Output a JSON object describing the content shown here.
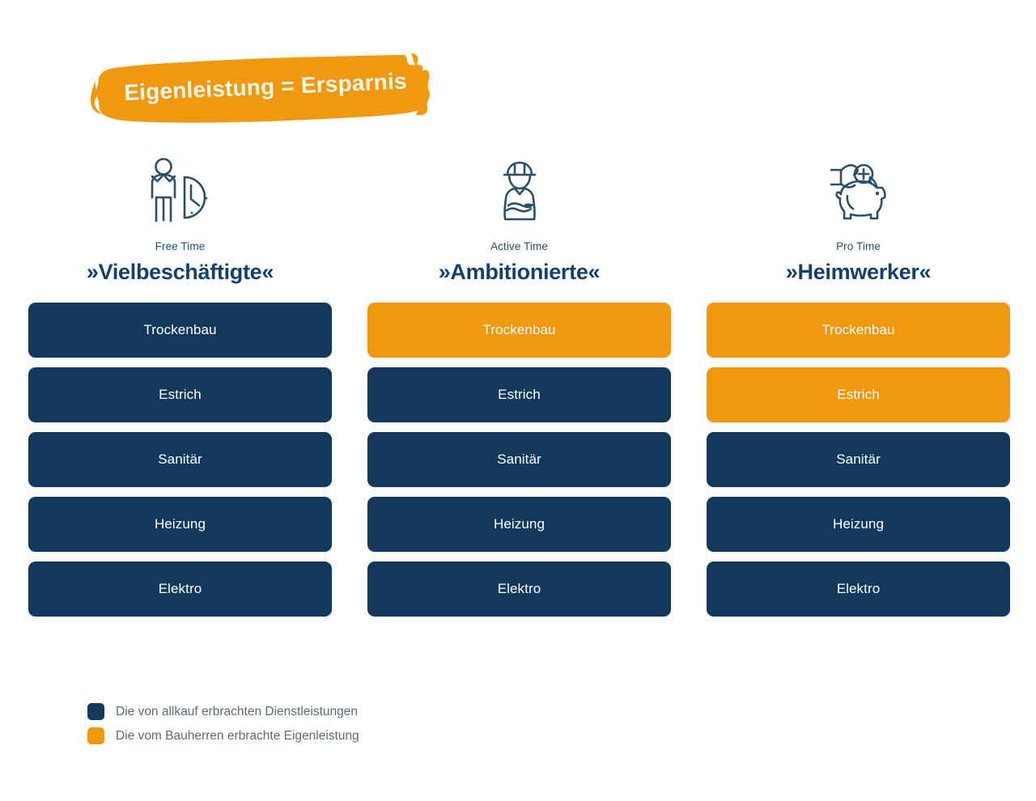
{
  "banner": {
    "text": "Eigenleistung = Ersparnis",
    "color": "#ef9810",
    "text_color": "#fdf6e6"
  },
  "colors": {
    "service": "#12395c",
    "own_work": "#ef9810",
    "background": "#ffffff",
    "title": "#14406b",
    "legend_text": "#5d6b74"
  },
  "columns": [
    {
      "icon": "person-with-clock-icon",
      "subtitle": "Free Time",
      "title": "»Vielbeschäftigte«",
      "rows": [
        {
          "label": "Trockenbau",
          "type": "service"
        },
        {
          "label": "Estrich",
          "type": "service"
        },
        {
          "label": "Sanitär",
          "type": "service"
        },
        {
          "label": "Heizung",
          "type": "service"
        },
        {
          "label": "Elektro",
          "type": "service"
        }
      ]
    },
    {
      "icon": "worker-hardhat-icon",
      "subtitle": "Active Time",
      "title": "»Ambitionierte«",
      "rows": [
        {
          "label": "Trockenbau",
          "type": "own"
        },
        {
          "label": "Estrich",
          "type": "service"
        },
        {
          "label": "Sanitär",
          "type": "service"
        },
        {
          "label": "Heizung",
          "type": "service"
        },
        {
          "label": "Elektro",
          "type": "service"
        }
      ]
    },
    {
      "icon": "piggy-bank-icon",
      "subtitle": "Pro Time",
      "title": "»Heimwerker«",
      "rows": [
        {
          "label": "Trockenbau",
          "type": "own"
        },
        {
          "label": "Estrich",
          "type": "own"
        },
        {
          "label": "Sanitär",
          "type": "service"
        },
        {
          "label": "Heizung",
          "type": "service"
        },
        {
          "label": "Elektro",
          "type": "service"
        }
      ]
    }
  ],
  "legend": [
    {
      "type": "service",
      "label": "Die von allkauf erbrachten Dienstleistungen"
    },
    {
      "type": "own",
      "label": "Die vom Bauherren erbrachte Eigenleistung"
    }
  ]
}
